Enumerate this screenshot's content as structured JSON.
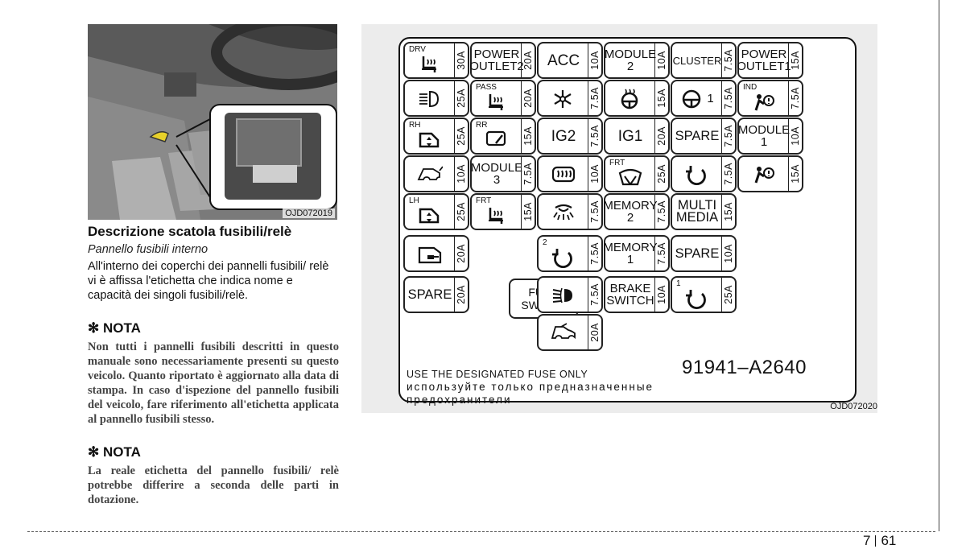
{
  "photo": {
    "code": "OJD072019"
  },
  "section": {
    "title": "Descrizione scatola fusibili/relè",
    "subtitle": "Pannello fusibili interno",
    "paragraph": "All'interno dei coperchi dei pannelli fusibili/ relè vi è affissa l'etichetta che indica nome e capacità dei singoli fusibili/relè."
  },
  "notes": [
    {
      "heading": "✻ NOTA",
      "body": "Non tutti i pannelli fusibili descritti in questo manuale sono necessariamente presenti su questo veicolo. Quanto riportato è aggiornato alla data di stampa. In caso d'ispezione del pannello fusibili del veicolo, fare riferimento all'etichetta applicata al pannello fusibili stesso."
    },
    {
      "heading": "✻ NOTA",
      "body": "La reale etichetta del pannello fusibili/ relè potrebbe differire a seconda delle parti in dotazione."
    }
  ],
  "diagram": {
    "code": "OJD072020",
    "part_number": "91941–A2640",
    "notice_en": "USE THE DESIGNATED FUSE ONLY",
    "notice_ru_1": "используйте только предназначенные",
    "notice_ru_2": "предохранители",
    "fuse_switch": [
      "FUSE",
      "SWITCH"
    ],
    "fuses": [
      {
        "r": 0,
        "c": 0,
        "label": "",
        "tag": "DRV",
        "icon": "seat-heater-icon",
        "amp": "30A"
      },
      {
        "r": 0,
        "c": 1,
        "label": "POWER\nOUTLET2",
        "tag": "",
        "icon": "",
        "amp": "20A"
      },
      {
        "r": 0,
        "c": 2,
        "label": "ACC",
        "tag": "",
        "icon": "",
        "amp": "10A",
        "big": true
      },
      {
        "r": 0,
        "c": 3,
        "label": "MODULE\n2",
        "tag": "",
        "icon": "",
        "amp": "10A"
      },
      {
        "r": 0,
        "c": 4,
        "label": "CLUSTER",
        "tag": "",
        "icon": "",
        "amp": "7.5A",
        "sm": true
      },
      {
        "r": 0,
        "c": 5,
        "label": "POWER\nOUTLET1",
        "tag": "",
        "icon": "",
        "amp": "15A"
      },
      {
        "r": 1,
        "c": 0,
        "label": "",
        "tag": "",
        "icon": "headlamp-icon",
        "amp": "25A"
      },
      {
        "r": 1,
        "c": 1,
        "label": "",
        "tag": "PASS",
        "icon": "seat-heater-icon",
        "amp": "20A"
      },
      {
        "r": 1,
        "c": 2,
        "label": "",
        "tag": "",
        "icon": "air-conditioner-icon",
        "amp": "7.5A"
      },
      {
        "r": 1,
        "c": 3,
        "label": "",
        "tag": "",
        "icon": "steering-heater-icon",
        "amp": "15A"
      },
      {
        "r": 1,
        "c": 4,
        "label": "",
        "tag": "",
        "icon": "steering-wheel-icon",
        "amp": "7.5A",
        "suffix": "1"
      },
      {
        "r": 1,
        "c": 5,
        "label": "",
        "tag": "IND",
        "icon": "airbag-icon",
        "amp": "7.5A"
      },
      {
        "r": 2,
        "c": 0,
        "label": "",
        "tag": "RH",
        "icon": "power-window-icon",
        "amp": "25A"
      },
      {
        "r": 2,
        "c": 1,
        "label": "",
        "tag": "RR",
        "icon": "rear-wiper-icon",
        "amp": "15A"
      },
      {
        "r": 2,
        "c": 2,
        "label": "IG2",
        "tag": "",
        "icon": "",
        "amp": "7.5A",
        "big": true
      },
      {
        "r": 2,
        "c": 3,
        "label": "IG1",
        "tag": "",
        "icon": "",
        "amp": "20A",
        "big": true
      },
      {
        "r": 2,
        "c": 4,
        "label": "SPARE",
        "tag": "",
        "icon": "",
        "amp": "7.5A",
        "mid": true
      },
      {
        "r": 2,
        "c": 5,
        "label": "MODULE\n1",
        "tag": "",
        "icon": "",
        "amp": "10A"
      },
      {
        "r": 3,
        "c": 0,
        "label": "",
        "tag": "",
        "icon": "tailgate-icon",
        "amp": "10A"
      },
      {
        "r": 3,
        "c": 1,
        "label": "MODULE\n3",
        "tag": "",
        "icon": "",
        "amp": "7.5A"
      },
      {
        "r": 3,
        "c": 2,
        "label": "",
        "tag": "",
        "icon": "rear-defroster-icon",
        "amp": "10A"
      },
      {
        "r": 3,
        "c": 3,
        "label": "",
        "tag": "FRT",
        "icon": "front-wiper-icon",
        "amp": "25A"
      },
      {
        "r": 3,
        "c": 4,
        "label": "",
        "tag": "",
        "icon": "rotation-arrow-icon",
        "amp": "7.5A"
      },
      {
        "r": 3,
        "c": 5,
        "label": "",
        "tag": "",
        "icon": "airbag-icon",
        "amp": "15A"
      },
      {
        "r": 4,
        "c": 0,
        "label": "",
        "tag": "LH",
        "icon": "power-window-icon",
        "amp": "25A"
      },
      {
        "r": 4,
        "c": 1,
        "label": "",
        "tag": "FRT",
        "icon": "seat-heater-icon",
        "amp": "15A"
      },
      {
        "r": 4,
        "c": 2,
        "label": "",
        "tag": "",
        "icon": "room-lamp-icon",
        "amp": "7.5A"
      },
      {
        "r": 4,
        "c": 3,
        "label": "MEMORY\n2",
        "tag": "",
        "icon": "",
        "amp": "7.5A"
      },
      {
        "r": 4,
        "c": 4,
        "label": "MULTI\nMEDIA",
        "tag": "",
        "icon": "",
        "amp": "15A",
        "mid": true
      },
      {
        "r": 5,
        "c": 0,
        "label": "",
        "tag": "",
        "icon": "door-lock-icon",
        "amp": "20A"
      },
      {
        "r": 5,
        "c": 2,
        "label": "",
        "tag": "2",
        "icon": "rotation-arrow-icon",
        "amp": "7.5A"
      },
      {
        "r": 5,
        "c": 3,
        "label": "MEMORY\n1",
        "tag": "",
        "icon": "",
        "amp": "7.5A"
      },
      {
        "r": 5,
        "c": 4,
        "label": "SPARE",
        "tag": "",
        "icon": "",
        "amp": "10A",
        "mid": true
      },
      {
        "r": 6,
        "c": 0,
        "label": "SPARE",
        "tag": "",
        "icon": "",
        "amp": "20A",
        "mid": true
      },
      {
        "r": 6,
        "c": 2,
        "label": "",
        "tag": "",
        "icon": "fog-lamp-icon",
        "amp": "7.5A"
      },
      {
        "r": 6,
        "c": 3,
        "label": "BRAKE\nSWITCH",
        "tag": "",
        "icon": "",
        "amp": "10A"
      },
      {
        "r": 6,
        "c": 4,
        "label": "",
        "tag": "1",
        "icon": "rotation-arrow-icon",
        "amp": "25A"
      },
      {
        "r": 7,
        "c": 2,
        "label": "",
        "tag": "",
        "icon": "sunroof-icon",
        "amp": "20A"
      }
    ]
  },
  "page": {
    "chapter": "7",
    "number": "61"
  }
}
